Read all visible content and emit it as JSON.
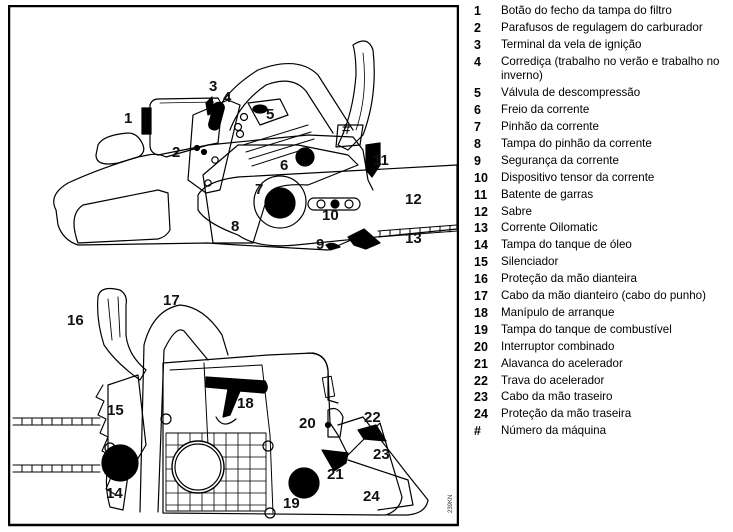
{
  "figure": {
    "code": "239KN",
    "callouts": {
      "c1": "1",
      "c2": "2",
      "c3": "3",
      "c4": "4",
      "c5": "5",
      "c6": "6",
      "c7": "7",
      "c8": "8",
      "c9": "9",
      "c10": "10",
      "c11": "11",
      "c12": "12",
      "c13": "13",
      "c14": "14",
      "c15": "15",
      "c16": "16",
      "c17": "17",
      "c18": "18",
      "c19": "19",
      "c20": "20",
      "c21": "21",
      "c22": "22",
      "c23": "23",
      "c24": "24",
      "hash": "#"
    }
  },
  "legend": [
    {
      "num": "1",
      "text": "Botão do fecho da tampa do filtro"
    },
    {
      "num": "2",
      "text": "Parafusos de regulagem do carburador"
    },
    {
      "num": "3",
      "text": "Terminal da vela de ignição"
    },
    {
      "num": "4",
      "text": "Corrediça (trabalho no verão e trabalho no inverno)"
    },
    {
      "num": "5",
      "text": "Válvula de descompressão"
    },
    {
      "num": "6",
      "text": "Freio da corrente"
    },
    {
      "num": "7",
      "text": "Pinhão da corrente"
    },
    {
      "num": "8",
      "text": "Tampa do pinhão da corrente"
    },
    {
      "num": "9",
      "text": "Segurança da corrente"
    },
    {
      "num": "10",
      "text": "Dispositivo tensor da corrente"
    },
    {
      "num": "11",
      "text": "Batente de garras"
    },
    {
      "num": "12",
      "text": "Sabre"
    },
    {
      "num": "13",
      "text": "Corrente Oilomatic"
    },
    {
      "num": "14",
      "text": "Tampa do tanque de óleo"
    },
    {
      "num": "15",
      "text": "Silenciador"
    },
    {
      "num": "16",
      "text": "Proteção da mão dianteira"
    },
    {
      "num": "17",
      "text": "Cabo da mão dianteiro (cabo do punho)"
    },
    {
      "num": "18",
      "text": "Manípulo de arranque"
    },
    {
      "num": "19",
      "text": "Tampa do tanque de combustível"
    },
    {
      "num": "20",
      "text": "Interruptor combinado"
    },
    {
      "num": "21",
      "text": "Alavanca do acelerador"
    },
    {
      "num": "22",
      "text": "Trava do acelerador"
    },
    {
      "num": "23",
      "text": "Cabo da mão traseiro"
    },
    {
      "num": "24",
      "text": "Proteção da mão traseira"
    },
    {
      "num": "#",
      "text": "Número da máquina"
    }
  ]
}
